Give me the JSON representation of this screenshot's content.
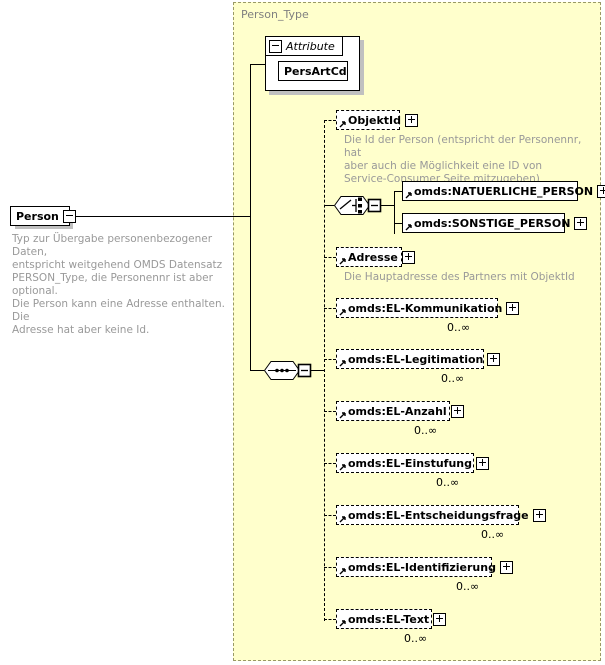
{
  "diagram": {
    "kind": "xml-schema-element-diagram",
    "colors": {
      "panel_background": "#ffffcc",
      "panel_border": "#999966",
      "node_fill": "#ffffff",
      "node_border": "#000000",
      "shadow": "#c0c0c0",
      "documentation_text": "#999999",
      "title_text": "#808080"
    }
  },
  "root": {
    "name": "Person",
    "expander": "minus",
    "documentation": "Typ zur Übergabe personenbezogener Daten, entspricht weitgehend OMDS Datensatz PERSON_Type, die Personennr ist aber optional. Die Person kann eine Adresse enthalten. Die Adresse hat aber keine Id.",
    "doc_lines": [
      "Typ zur Übergabe personenbezogener Daten,",
      "entspricht weitgehend OMDS Datensatz",
      "PERSON_Type, die Personennr ist aber optional.",
      "Die Person kann eine Adresse enthalten. Die",
      "Adresse hat aber keine Id."
    ]
  },
  "type_panel": {
    "title": "Person_Type"
  },
  "attribute_group": {
    "label": "Attribute",
    "expander": "minus",
    "attributes": [
      {
        "name": "PersArtCd"
      }
    ]
  },
  "compositors": {
    "sequence": {
      "kind": "sequence",
      "glyph": "three-dots",
      "expander": "minus"
    },
    "choice": {
      "kind": "choice",
      "glyph": "choice-branch",
      "expander": "minus"
    }
  },
  "children": [
    {
      "name": "ObjektId",
      "border": "dashed",
      "optional": true,
      "expander": "plus",
      "cardinality": "",
      "doc_lines": [
        "Die Id der Person (entspricht der Personennr, hat",
        "aber auch die Möglichkeit eine ID von",
        "Service-Consumer Seite mitzugeben)"
      ]
    },
    {
      "name": "omds:NATUERLICHE_PERSON",
      "border": "solid",
      "optional": false,
      "expander": "plus",
      "cardinality": "",
      "in_choice": true
    },
    {
      "name": "omds:SONSTIGE_PERSON",
      "border": "solid",
      "optional": false,
      "expander": "plus",
      "cardinality": "",
      "in_choice": true
    },
    {
      "name": "Adresse",
      "border": "dashed",
      "optional": true,
      "expander": "plus",
      "cardinality": "",
      "doc_lines": [
        "Die Hauptadresse des Partners mit ObjektId"
      ]
    },
    {
      "name": "omds:EL-Kommunikation",
      "border": "dashed",
      "optional": true,
      "expander": "plus",
      "cardinality": "0..∞"
    },
    {
      "name": "omds:EL-Legitimation",
      "border": "dashed",
      "optional": true,
      "expander": "plus",
      "cardinality": "0..∞"
    },
    {
      "name": "omds:EL-Anzahl",
      "border": "dashed",
      "optional": true,
      "expander": "plus",
      "cardinality": "0..∞"
    },
    {
      "name": "omds:EL-Einstufung",
      "border": "dashed",
      "optional": true,
      "expander": "plus",
      "cardinality": "0..∞"
    },
    {
      "name": "omds:EL-Entscheidungsfrage",
      "border": "dashed",
      "optional": true,
      "expander": "plus",
      "cardinality": "0..∞"
    },
    {
      "name": "omds:EL-Identifizierung",
      "border": "dashed",
      "optional": true,
      "expander": "plus",
      "cardinality": "0..∞"
    },
    {
      "name": "omds:EL-Text",
      "border": "dashed",
      "optional": true,
      "expander": "plus",
      "cardinality": "0..∞"
    }
  ]
}
